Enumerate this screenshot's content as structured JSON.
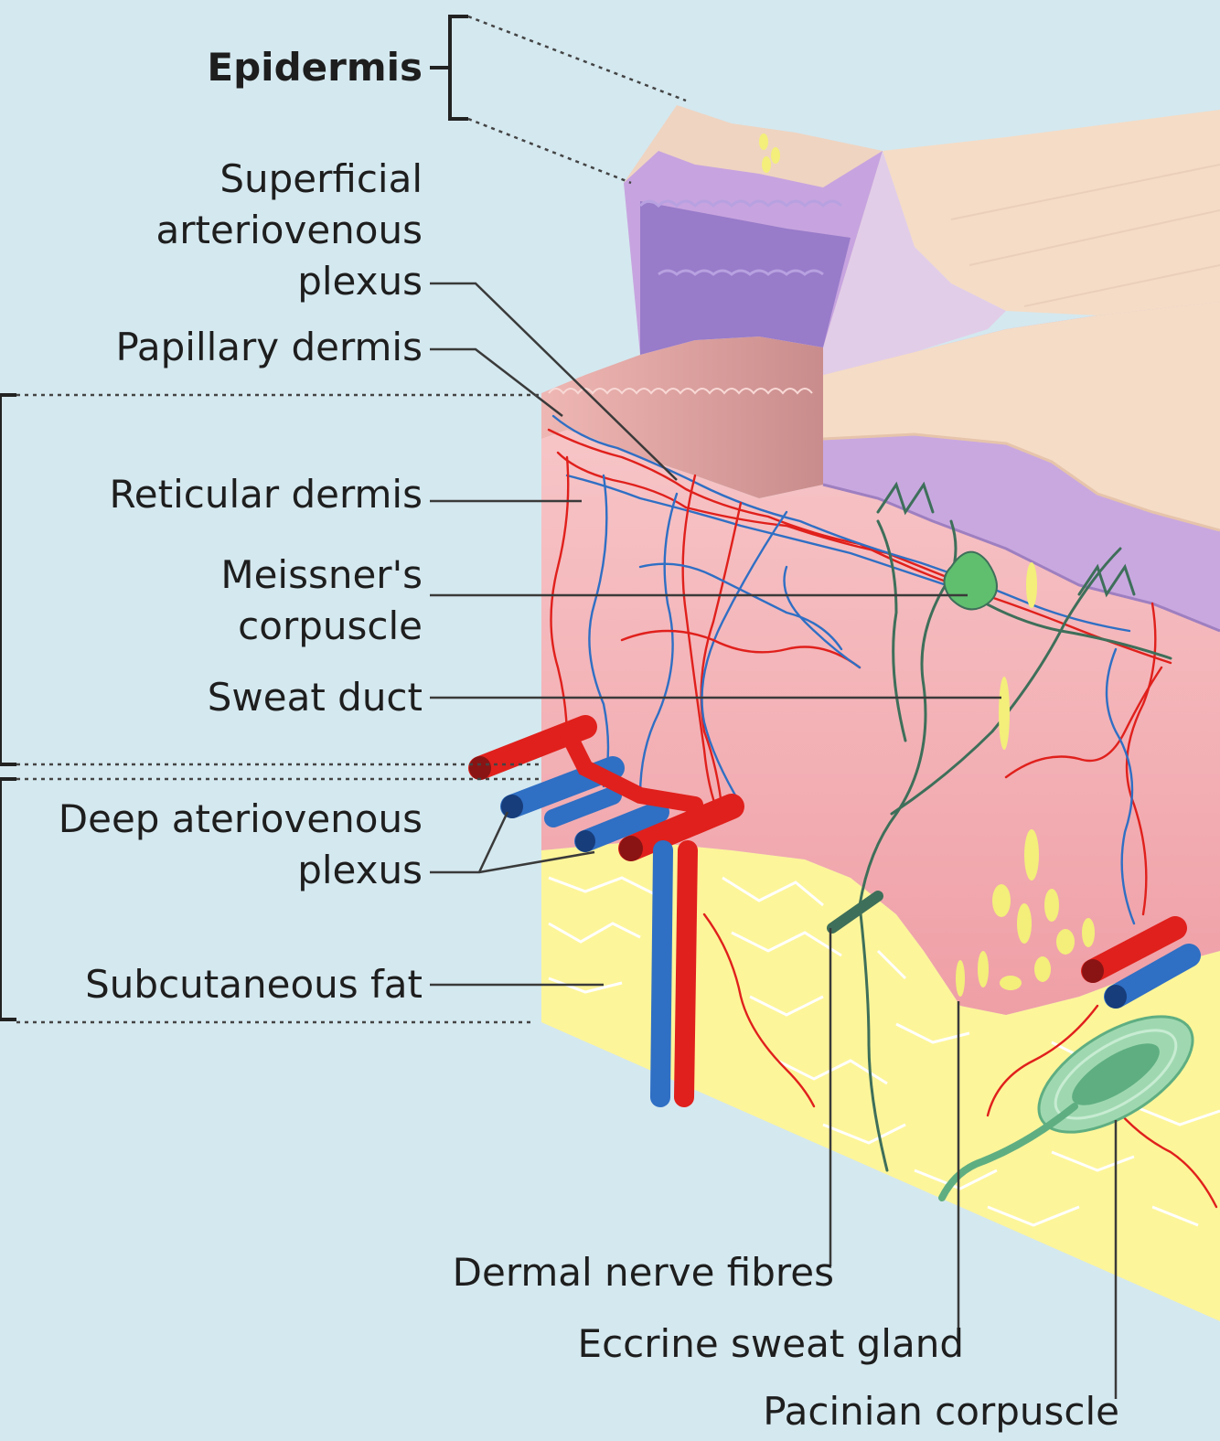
{
  "labels": {
    "epidermis": "Epidermis",
    "superficial_1": "Superficial",
    "superficial_2": "arteriovenous",
    "superficial_3": "plexus",
    "papillary": "Papillary dermis",
    "reticular": "Reticular dermis",
    "meissner_1": "Meissner's",
    "meissner_2": "corpuscle",
    "sweat_duct": "Sweat duct",
    "deep_1": "Deep ateriovenous",
    "deep_2": "plexus",
    "subcutaneous": "Subcutaneous fat",
    "dermal_nerve": "Dermal nerve fibres",
    "eccrine": "Eccrine sweat gland",
    "pacinian": "Pacinian corpuscle"
  },
  "colors": {
    "background": "#d4e8ef",
    "artery": "#e0201c",
    "vein": "#2f6fc4",
    "nerve": "#3e6f5a",
    "fat": "#fdf59a",
    "dermis": "#f5b8bd",
    "epidermis_basal": "#c9a8e0",
    "epidermis_surface": "#f5dcc6"
  }
}
